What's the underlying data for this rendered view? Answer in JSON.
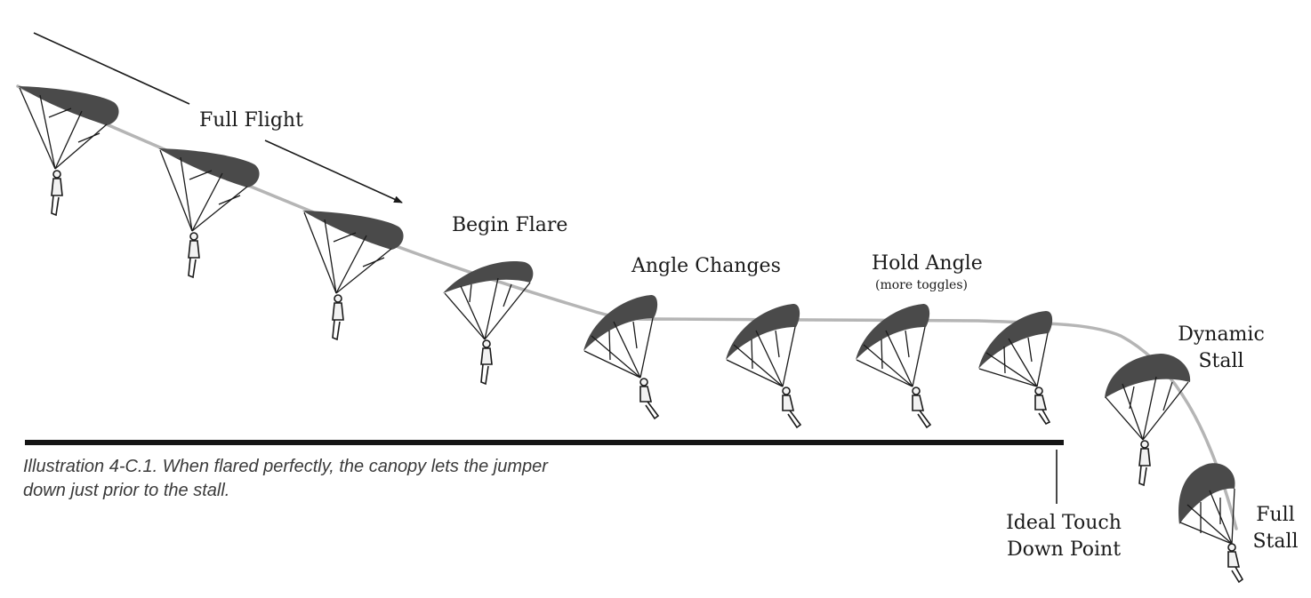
{
  "labels": {
    "full_flight": "Full Flight",
    "begin_flare": "Begin Flare",
    "angle_changes": "Angle Changes",
    "hold_angle": "Hold Angle",
    "hold_angle_note": "(more toggles)",
    "dynamic_stall": [
      "Dynamic",
      "Stall"
    ],
    "ideal_touch_down": [
      "Ideal Touch",
      "Down Point"
    ],
    "full_stall": [
      "Full",
      "Stall"
    ]
  },
  "caption": "Illustration 4-C.1. When flared perfectly, the canopy lets the jumper down just prior to the stall.",
  "colors": {
    "canopy": "#4a4a4a",
    "flight_path": "#b5b5b5",
    "ground": "#151515",
    "lines": "#1a1a1a"
  }
}
